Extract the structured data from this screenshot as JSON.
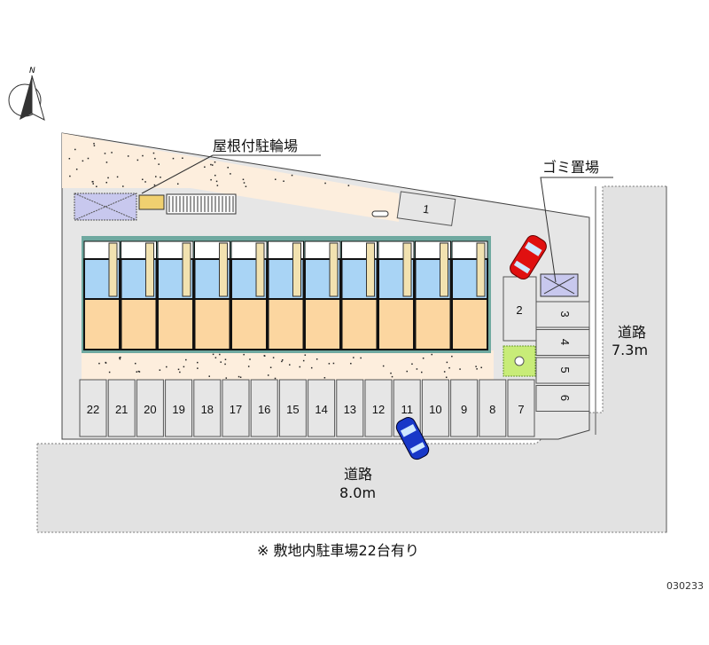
{
  "compass": {
    "north_label": "N"
  },
  "labels": {
    "bicycle_parking": "屋根付駐輪場",
    "garbage_area": "ゴミ置場",
    "road_east_name": "道路",
    "road_east_width": "7.3m",
    "road_south_name": "道路",
    "road_south_width": "8.0m",
    "note": "※ 敷地内駐車場22台有り",
    "property_code": "030233"
  },
  "parking": {
    "bottom_row": [
      "22",
      "21",
      "20",
      "19",
      "18",
      "17",
      "16",
      "15",
      "14",
      "13",
      "12",
      "11",
      "10",
      "9",
      "8",
      "7"
    ],
    "right_column": [
      "3",
      "4",
      "5",
      "6"
    ],
    "space_1": "1",
    "space_2": "2"
  },
  "building": {
    "units": 11
  },
  "colors": {
    "ground": "#fdeedd",
    "paving": "#e6e6e6",
    "road": "#e2e2e2",
    "upper_rooms": "#a9d4f5",
    "lower_rooms": "#fcd6a0",
    "roof_edge": "#6fa9a0",
    "red_car": "#e01010",
    "blue_car": "#1838c8",
    "tree": "#c8ec78"
  }
}
